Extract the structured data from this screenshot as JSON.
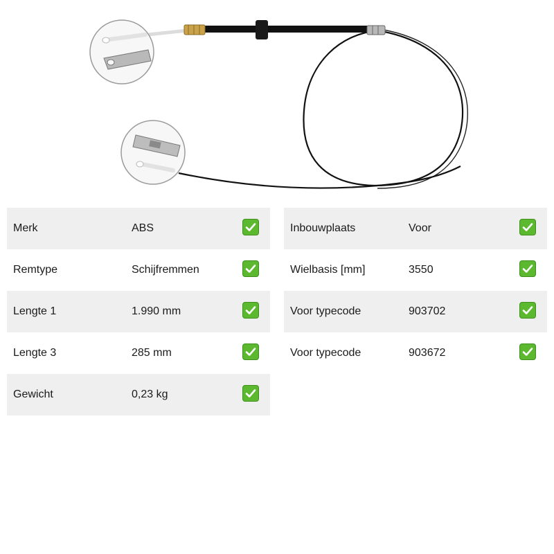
{
  "colors": {
    "row_shade": "#efefef",
    "check_green": "#5cb82e",
    "cable_black": "#111111"
  },
  "image": {
    "icon": "brake-cable-photo"
  },
  "specs_left": [
    {
      "label": "Merk",
      "value": "ABS",
      "icon": "check-icon"
    },
    {
      "label": "Remtype",
      "value": "Schijfremmen",
      "icon": "check-icon"
    },
    {
      "label": "Lengte 1",
      "value": "1.990 mm",
      "icon": "check-icon"
    },
    {
      "label": "Lengte 3",
      "value": "285 mm",
      "icon": "check-icon"
    },
    {
      "label": "Gewicht",
      "value": "0,23 kg",
      "icon": "check-icon"
    }
  ],
  "specs_right": [
    {
      "label": "Inbouwplaats",
      "value": "Voor",
      "icon": "check-icon"
    },
    {
      "label": "Wielbasis [mm]",
      "value": "3550",
      "icon": "check-icon"
    },
    {
      "label": "Voor typecode",
      "value": "903702",
      "icon": "check-icon"
    },
    {
      "label": "Voor typecode",
      "value": "903672",
      "icon": "check-icon"
    }
  ]
}
